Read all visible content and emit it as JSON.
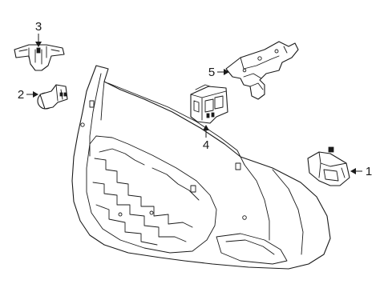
{
  "callouts": [
    {
      "number": "1",
      "part": "sensor-connector"
    },
    {
      "number": "2",
      "part": "parking-sensor"
    },
    {
      "number": "3",
      "part": "sensor-bracket"
    },
    {
      "number": "4",
      "part": "control-module"
    },
    {
      "number": "5",
      "part": "module-bracket"
    }
  ],
  "colors": {
    "line": "#1a1a1a",
    "background": "#ffffff"
  }
}
